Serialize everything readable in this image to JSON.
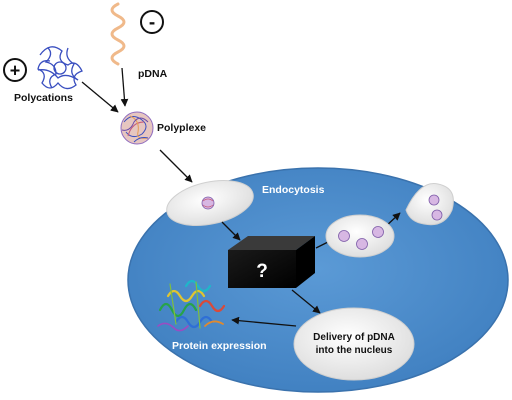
{
  "labels": {
    "polycations": "Polycations",
    "pdna": "pDNA",
    "polyplexe": "Polyplexe",
    "endocytosis": "Endocytosis",
    "unknown": "?",
    "delivery_line1": "Delivery of pDNA",
    "delivery_line2": "into the nucleus",
    "protein_expression": "Protein expression"
  },
  "signs": {
    "positive": "+",
    "negative": "-"
  },
  "colors": {
    "cell_fill": "#4f8dcc",
    "cell_stroke": "#3d77b3",
    "vesicle_fill": "#f2f2f2",
    "black_box": "#111111",
    "dna_strand": "#f0b98a",
    "polycation": "#3a4fc0",
    "particle": "#c9a2d8",
    "protein_label": "#ffffff",
    "arrow": "#111111"
  },
  "icons": [
    "plus-sign-icon",
    "minus-sign-icon",
    "polycation-molecule-icon",
    "dna-strand-icon",
    "polyplex-particle-icon",
    "protein-structure-icon"
  ]
}
